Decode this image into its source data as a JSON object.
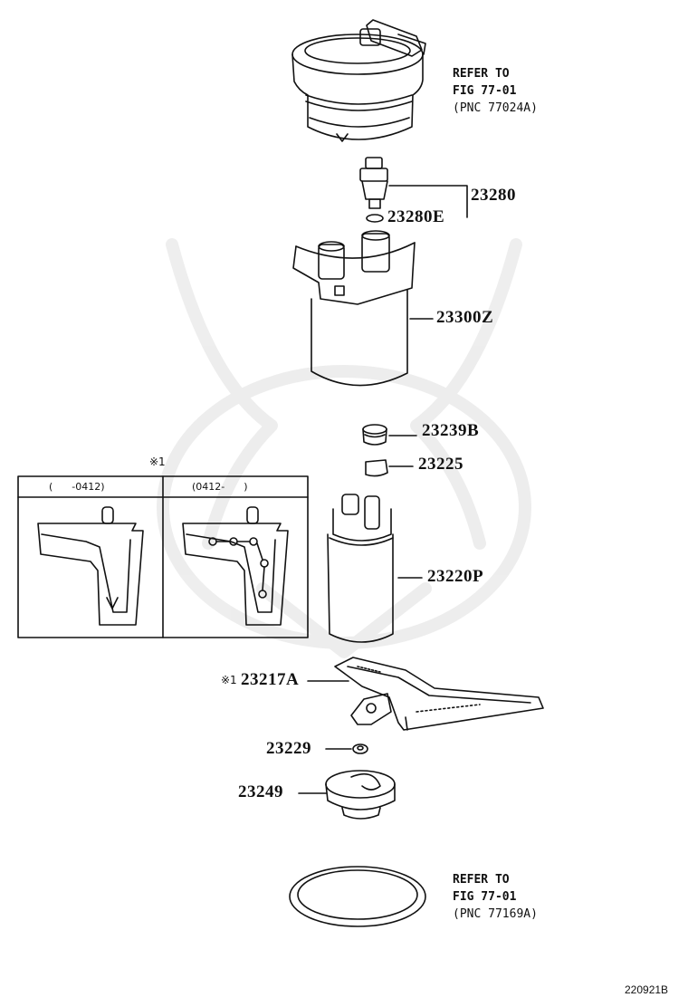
{
  "references": [
    {
      "line1": "REFER TO",
      "line2": "FIG 77-01",
      "line3": "(PNC 77024A)"
    },
    {
      "line1": "REFER TO",
      "line2": "FIG 77-01",
      "line3": "(PNC 77169A)"
    }
  ],
  "parts": {
    "p23280": "23280",
    "p23280e": "23280E",
    "p23300z": "23300Z",
    "p23239b": "23239B",
    "p23225": "23225",
    "p23220p": "23220P",
    "p23217a": "23217A",
    "p23217a_mark": "※1",
    "p23229": "23229",
    "p23249": "23249"
  },
  "inset": {
    "note": "※1",
    "left_header": "(      -0412)",
    "right_header": "(0412-      )"
  },
  "diagram_code": "220921B"
}
